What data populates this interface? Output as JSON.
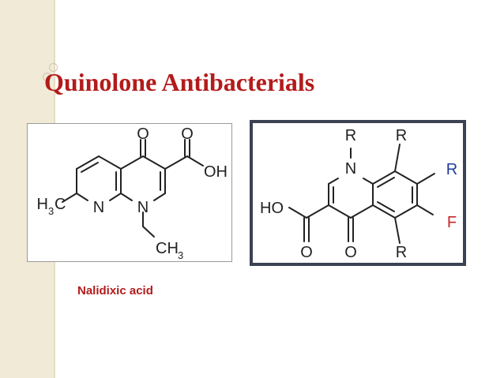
{
  "title": "Quinolone Antibacterials",
  "caption": "Nalidixic acid",
  "nalidixic": {
    "o_keto": "O",
    "o_acid": "O",
    "oh": "OH",
    "h3c_main": "H",
    "h3c_sub": "3",
    "h3c_end": "C",
    "n_ring1": "N",
    "n_ring2": "N",
    "ch3_main": "CH",
    "ch3_sub": "3"
  },
  "quinolone": {
    "r_n": "R",
    "r_8": "R",
    "r_7": "R",
    "f_6": "F",
    "r_5": "R",
    "n_label": "N",
    "ho": "HO",
    "o_acid": "O",
    "o_keto": "O"
  },
  "colors": {
    "title": "#b31b1b",
    "substituent_blue": "#1f3d9a",
    "fluorine_red": "#c62828",
    "frame": "#3b4252"
  }
}
